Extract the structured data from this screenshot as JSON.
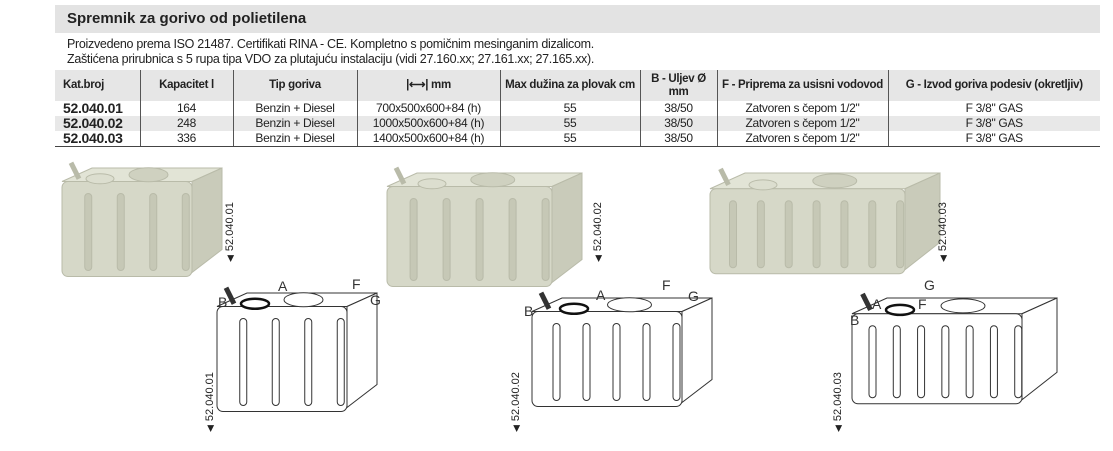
{
  "title": "Spremnik za gorivo od polietilena",
  "description": [
    "Proizvedeno prema ISO 21487. Certifikati RINA - CE. Kompletno s pomičnim mesinganim dizalicom.",
    "Zaštićena prirubnica s 5 rupa tipa VDO za plutajuću instalaciju (vidi 27.160.xx; 27.161.xx; 27.165.xx)."
  ],
  "table": {
    "headers": [
      "Kat.broj",
      "Kapacitet l",
      "Tip goriva",
      "|⟷| mm",
      "Max dužina za plovak cm",
      "B - Uljev Ø mm",
      "F - Priprema za usisni vodovod",
      "G - Izvod goriva podesiv (okretljiv)"
    ],
    "rows": [
      [
        "52.040.01",
        "164",
        "Benzin + Diesel",
        "700x500x600+84 (h)",
        "55",
        "38/50",
        "Zatvoren s čepom 1/2\"",
        "F 3/8\" GAS"
      ],
      [
        "52.040.02",
        "248",
        "Benzin + Diesel",
        "1000x500x600+84 (h)",
        "55",
        "38/50",
        "Zatvoren s čepom 1/2\"",
        "F 3/8\" GAS"
      ],
      [
        "52.040.03",
        "336",
        "Benzin + Diesel",
        "1400x500x600+84 (h)",
        "55",
        "38/50",
        "Zatvoren s čepom 1/2\"",
        "F 3/8\" GAS"
      ]
    ]
  },
  "figures": {
    "labels": [
      "52.040.01",
      "52.040.02",
      "52.040.03"
    ],
    "callouts": {
      "a": "A",
      "b": "B",
      "f": "F",
      "g": "G"
    }
  },
  "colors": {
    "tank_fill": "#d6d8c8",
    "header_bg": "#e3e3e3"
  }
}
